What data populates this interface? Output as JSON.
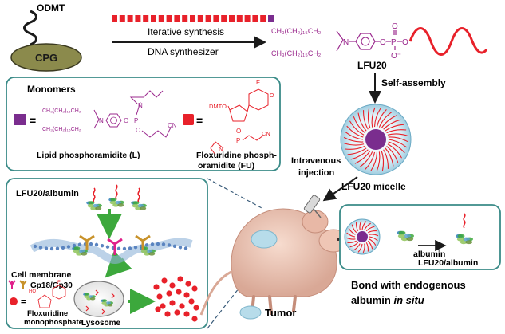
{
  "top": {
    "odmt": "ODMT",
    "cpg": "CPG",
    "step1": "Iterative synthesis",
    "step2": "DNA synthesizer",
    "lipid_chain": "CH₃(CH₂)₁₅CH₂",
    "atom_N": "N",
    "atom_O": "O",
    "atom_P": "P",
    "atom_Ominus": "O⁻",
    "product": "LFU20",
    "selfassembly": "Self-assembly",
    "micelle": "LFU20 micelle",
    "iv1": "Intravenous",
    "iv2": "injection"
  },
  "monomers": {
    "title": "Monomers",
    "equals": "=",
    "cn": "CN",
    "lipid_label": "Lipid phosphoramidite (L)",
    "dmto": "DMTO",
    "fluoro": "F",
    "fu_label1": "Floxuridine phosph-",
    "fu_label2": "oramidite (FU)"
  },
  "cell": {
    "title": "LFU20/albumin",
    "membrane": "Cell membrane",
    "receptors": "Gp18/Gp30",
    "equals": "=",
    "fmp1": "Floxuridine",
    "fmp2": "monophosphate",
    "lysosome": "Lysosome",
    "ho": "HO"
  },
  "tumor": {
    "label": "Tumor"
  },
  "bond": {
    "albumin": "albumin",
    "product": "LFU20/albumin",
    "caption1": "Bond with endogenous",
    "caption2a": "albumin ",
    "caption2b": "in situ"
  },
  "colors": {
    "red": "#e8212a",
    "purple": "#7a2d8e",
    "magenta": "#9b2a8e",
    "teal": "#3a8b88",
    "olive": "#8b8a4c",
    "arrow": "#1a1a1a",
    "green": "#3ca83c",
    "tumor": "#b7dcea"
  }
}
